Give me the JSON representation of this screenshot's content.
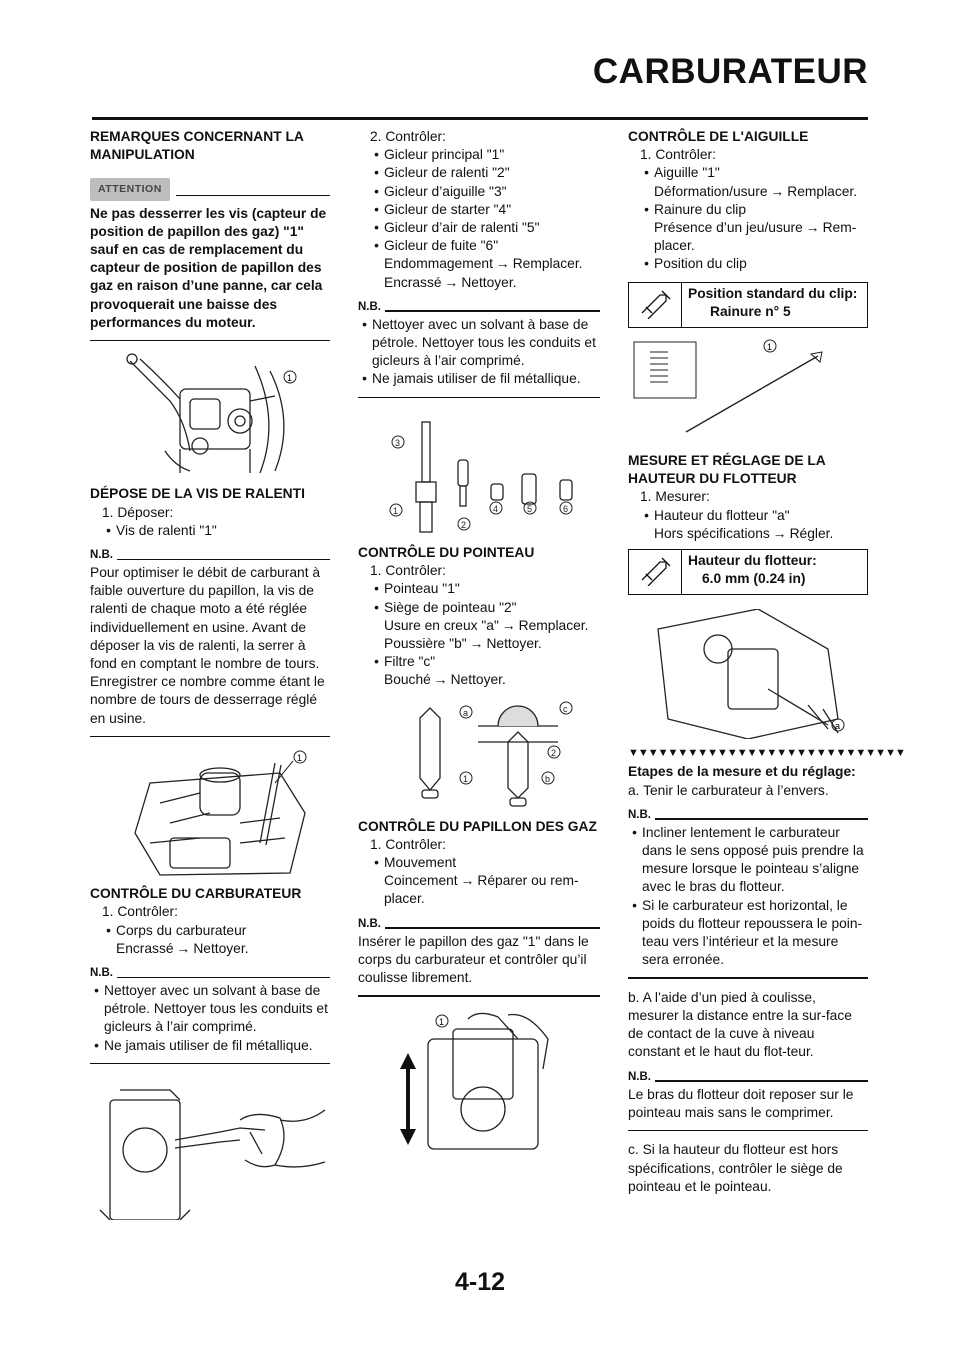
{
  "header": {
    "title": "CARBURATEUR"
  },
  "page_number": "4-12",
  "col1": {
    "s1_title": "REMARQUES CONCERNANT LA MANIPULATION",
    "attention_tag": "ATTENTION",
    "attention_text": "Ne pas desserrer les vis (capteur de position de papillon des gaz) \"1\" sauf en cas de remplacement du capteur de position de papillon des gaz en raison d’une panne, car cela provoquerait une baisse des performances du moteur.",
    "fig1_label": "1",
    "s2_title": "DÉPOSE DE LA VIS DE RALENTI",
    "s2_step": "1. Déposer:",
    "s2_item": "Vis de ralenti \"1\"",
    "nb_label": "N.B.",
    "s2_note": "Pour optimiser le débit de carburant à faible ouverture du papillon, la vis de ralenti de chaque moto a été réglée individuellement en usine. Avant de déposer la vis de ralenti, la serrer à fond en comptant le nombre de tours. Enregistrer ce nombre comme étant le nombre de tours de desserrage réglé en usine.",
    "fig2_label": "1",
    "s3_title": "CONTRÔLE DU CARBURATEUR",
    "s3_step": "1. Contrôler:",
    "s3_item": "Corps du carburateur",
    "s3_sub_a": "Encrassé",
    "s3_sub_b": "Nettoyer.",
    "s3_note1": "Nettoyer avec un solvant à base de pétrole. Nettoyer tous les conduits et gicleurs à l’air comprimé.",
    "s3_note2": "Ne jamais utiliser de fil métallique."
  },
  "col2": {
    "step2": "2. Contrôler:",
    "items": [
      "Gicleur principal \"1\"",
      "Gicleur de ralenti \"2\"",
      "Gicleur d’aiguille \"3\"",
      "Gicleur de starter \"4\"",
      "Gicleur d’air de ralenti \"5\"",
      "Gicleur de fuite \"6\""
    ],
    "dmg_a": "Endommagement",
    "dmg_b": "Remplacer.",
    "enc_a": "Encrassé",
    "enc_b": "Nettoyer.",
    "nb_label": "N.B.",
    "note1": "Nettoyer avec un solvant à base de pétrole. Nettoyer tous les conduits et gicleurs à l’air comprimé.",
    "note2": "Ne jamais utiliser de fil métallique.",
    "fig_labels": [
      "3",
      "1",
      "2",
      "4",
      "5",
      "6"
    ],
    "s_pointeau_title": "CONTRÔLE DU POINTEAU",
    "p_step": "1. Contrôler:",
    "p_item1": "Pointeau \"1\"",
    "p_item2": "Siège de pointeau \"2\"",
    "p_usure_a": "Usure en creux \"a\"",
    "p_usure_b": "Remplacer.",
    "p_pous_a": "Poussière \"b\"",
    "p_pous_b": "Nettoyer.",
    "p_item3": "Filtre \"c\"",
    "p_bouche_a": "Bouché",
    "p_bouche_b": "Nettoyer.",
    "fig2_labels": [
      "a",
      "c",
      "2",
      "1",
      "b"
    ],
    "s_papillon_title": "CONTRÔLE DU PAPILLON DES GAZ",
    "g_step": "1. Contrôler:",
    "g_item": "Mouvement",
    "g_sub_a": "Coincement",
    "g_sub_b": "Réparer ou rem-placer.",
    "g_note": "Insérer le papillon des gaz \"1\" dans le corps du carburateur et contrôler qu’il coulisse librement.",
    "fig3_label": "1"
  },
  "col3": {
    "s_aig_title": "CONTRÔLE DE L'AIGUILLE",
    "a_step": "1. Contrôler:",
    "a_item1": "Aiguille \"1\"",
    "a_def_a": "Déformation/usure",
    "a_def_b": "Remplacer.",
    "a_item2": "Rainure du clip",
    "a_pres_a": "Présence d’un jeu/usure",
    "a_pres_b": "Rem-placer.",
    "a_item3": "Position du clip",
    "spec1_l1": "Position standard du clip:",
    "spec1_l2": "Rainure n° 5",
    "fig_label": "1",
    "s_flot_title": "MESURE ET RÉGLAGE DE LA HAUTEUR DU FLOTTEUR",
    "f_step": "1. Mesurer:",
    "f_item": "Hauteur du flotteur \"a\"",
    "f_hs_a": "Hors spécifications",
    "f_hs_b": "Régler.",
    "spec2_l1": "Hauteur du flotteur:",
    "spec2_l2": "6.0 mm (0.24 in)",
    "fig2_label": "a",
    "triangles": "▼▼▼▼▼▼▼▼▼▼▼▼▼▼▼▼▼▼▼▼▼▼▼▼▼▼▼▼",
    "etapes_title": "Etapes de la mesure et du réglage:",
    "e_a": "a.  Tenir le carburateur à l’envers.",
    "nb_label": "N.B.",
    "e_note1": "Incliner lentement le carburateur dans le sens opposé puis prendre la mesure lorsque le pointeau s’aligne avec le bras du flotteur.",
    "e_note2": "Si le carburateur est horizontal, le poids du flotteur repoussera le poin-teau vers l’intérieur et la mesure sera erronée.",
    "e_b": "b.  A l’aide d’un pied à coulisse, mesurer la distance entre la sur-face de contact de la cuve à niveau constant et le haut du flot-teur.",
    "e_note3": "Le bras du flotteur doit reposer sur le pointeau mais sans le comprimer.",
    "e_c": "c.  Si la hauteur du flotteur est hors spécifications, contrôler le siège de pointeau et le pointeau."
  }
}
